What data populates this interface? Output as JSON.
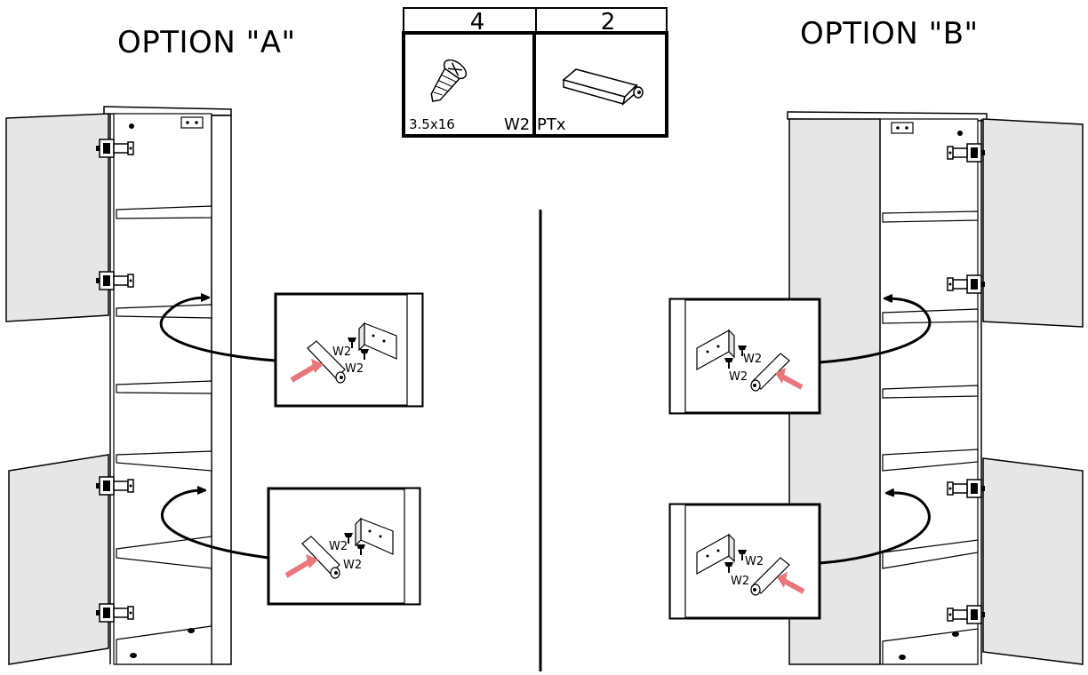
{
  "option_a": {
    "title": "OPTION \"A\""
  },
  "option_b": {
    "title": "OPTION \"B\""
  },
  "parts": [
    {
      "quantity": "4",
      "code": "W2",
      "size": "3.5x16",
      "icon": "screw-icon"
    },
    {
      "quantity": "2",
      "code": "PTx",
      "icon": "push-latch-icon"
    }
  ],
  "detail_labels": {
    "screw": "W2"
  },
  "colors": {
    "line": "#000000",
    "panel": "#e6e6e6",
    "panel_dark": "#d0d0d0",
    "arrow_accent": "#e8767a"
  }
}
